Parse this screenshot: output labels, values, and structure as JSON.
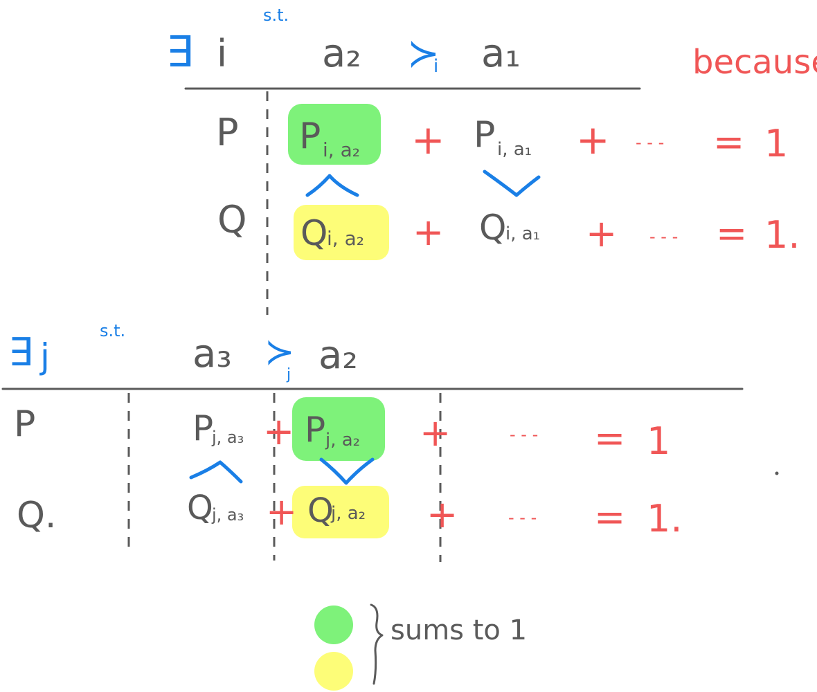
{
  "colors": {
    "ink": "#5a5a5a",
    "blue": "#1a7fe6",
    "red": "#f05656",
    "green": "#7ef27a",
    "yellow": "#fdfd78"
  },
  "top": {
    "exists": "∃",
    "index": "i",
    "st": "s.t.",
    "lhs": "a₂",
    "succ": "≻",
    "succ_sub": "i",
    "rhs": "a₁",
    "note": "because",
    "row_p": {
      "label": "P",
      "highlighted": "P",
      "highlighted_sub": "i, a₂",
      "plus1": "+",
      "second": "P",
      "second_sub": "i, a₁",
      "plus2": "+",
      "dots": "- - -",
      "equals": "=",
      "total": "1"
    },
    "row_q": {
      "label": "Q",
      "highlighted": "Q",
      "highlighted_sub": "i, a₂",
      "plus1": "+",
      "second": "Q",
      "second_sub": "i, a₁",
      "plus2": "+",
      "dots": "- - -",
      "equals": "=",
      "total": "1."
    }
  },
  "bottom": {
    "exists": "∃",
    "index": "j",
    "st": "s.t.",
    "lhs": "a₃",
    "succ": "≻",
    "succ_sub": "j",
    "rhs": "a₂",
    "row_p": {
      "label": "P",
      "first": "P",
      "first_sub": "j, a₃",
      "plus1": "+",
      "highlighted": "P",
      "highlighted_sub": "j, a₂",
      "plus2": "+",
      "dots": "- - -",
      "equals": "=",
      "total": "1"
    },
    "row_q": {
      "label": "Q.",
      "first": "Q",
      "first_sub": "j, a₃",
      "plus1": "+",
      "highlighted": "Q",
      "highlighted_sub": "j, a₂",
      "plus2": "+",
      "dots": "- - -",
      "equals": "=",
      "total": "1."
    }
  },
  "legend": {
    "text": "sums to 1"
  }
}
